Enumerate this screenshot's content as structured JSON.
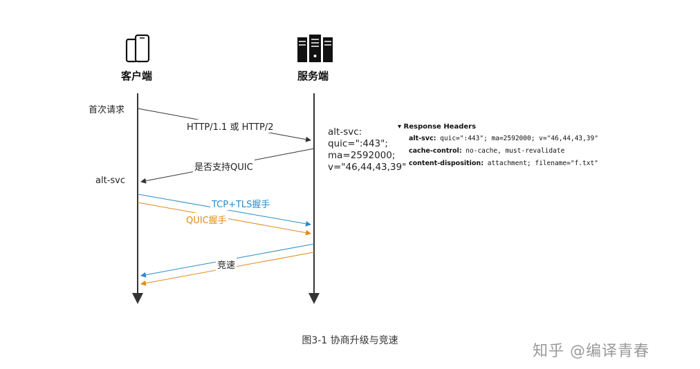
{
  "entities": {
    "client": "客户端",
    "server": "服务端"
  },
  "messages": {
    "first_request": "首次请求",
    "http_version": "HTTP/1.1 或 HTTP/2",
    "supports_quic": "是否支持QUIC",
    "alt_svc_client": "alt-svc",
    "tcp_tls": "TCP+TLS握手",
    "quic_handshake": "QUIC握手",
    "race": "竞速"
  },
  "server_alt_svc": [
    "alt-svc:",
    "quic=\":443\";",
    "ma=2592000;",
    "v=\"46,44,43,39\""
  ],
  "response_headers": {
    "title": "Response Headers",
    "rows": [
      {
        "key": "alt-svc:",
        "value": "quic=\":443\"; ma=2592000; v=\"46,44,43,39\""
      },
      {
        "key": "cache-control:",
        "value": "no-cache, must-revalidate"
      },
      {
        "key": "content-disposition:",
        "value": "attachment; filename=\"f.txt\""
      }
    ]
  },
  "caption": "图3-1 协商升级与竞速",
  "watermark": "知乎 @编译青春",
  "colors": {
    "blue": "#2a8bc5",
    "orange": "#e08a1c",
    "line": "#333333"
  },
  "icons": {
    "client": "mobile-devices-icon",
    "server": "server-rack-icon"
  }
}
